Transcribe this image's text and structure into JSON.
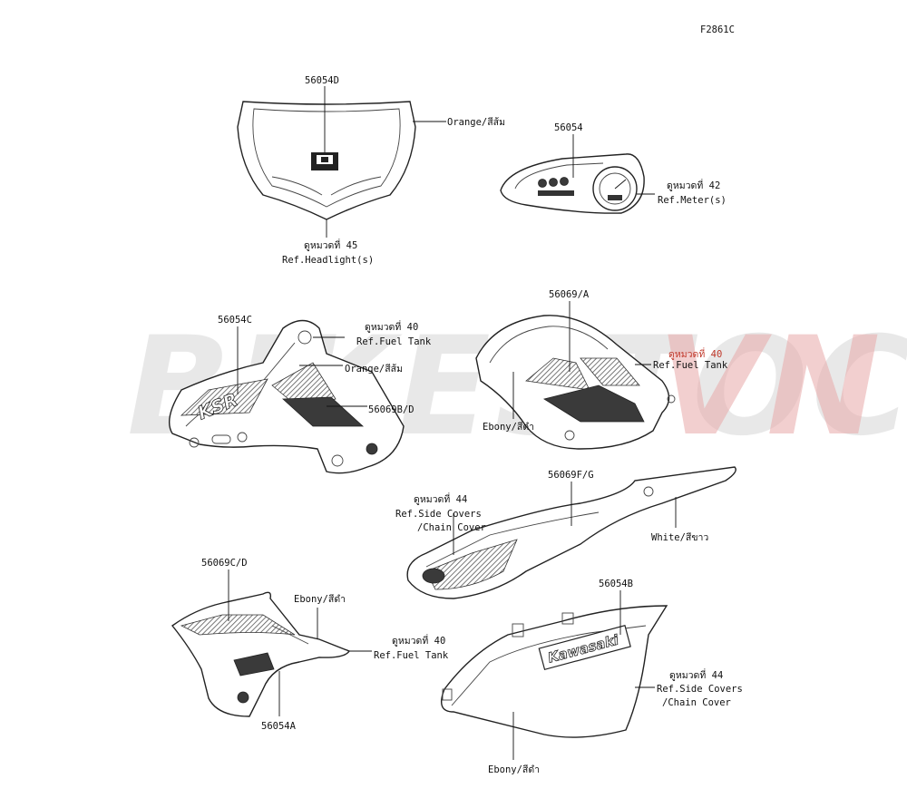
{
  "diagram_code": "F2861C",
  "watermark": {
    "main": "BIKESTOCK",
    "accent": "VN"
  },
  "parts": {
    "windshield": {
      "part_no": "56054D",
      "color_label": "Orange/สีส้ม",
      "ref_th": "ดูหมวดที่ 45",
      "ref_en": "Ref.Headlight(s)"
    },
    "meter": {
      "part_no": "56054",
      "ref_th": "ดูหมวดที่ 42",
      "ref_en": "Ref.Meter(s)"
    },
    "left_shroud": {
      "part_no": "56054C",
      "ref_th": "ดูหมวดที่ 40",
      "ref_en": "Ref.Fuel Tank",
      "color_label": "Orange/สีส้ม",
      "part_no_2": "56069B/D"
    },
    "tank_cover": {
      "part_no": "56069/A",
      "ref_th": "ดูหมวดที่ 40",
      "ref_en": "Ref.Fuel Tank",
      "color_label": "Ebony/สีดำ"
    },
    "side_cover": {
      "part_no": "56069F/G",
      "ref_th": "ดูหมวดที่ 44",
      "ref_en_1": "Ref.Side Covers",
      "ref_en_2": "/Chain Cover",
      "color_label": "White/สีขาว"
    },
    "front_shroud": {
      "part_no": "56069C/D",
      "color_label": "Ebony/สีดำ",
      "ref_th": "ดูหมวดที่ 40",
      "ref_en": "Ref.Fuel Tank",
      "part_no_2": "56054A"
    },
    "lower_cover": {
      "part_no": "56054B",
      "ref_th": "ดูหมวดที่ 44",
      "ref_en_1": "Ref.Side Covers",
      "ref_en_2": "/Chain Cover",
      "color_label": "Ebony/สีดำ",
      "emblem_text": "Kawasaki"
    },
    "shroud_emblem_text": "KSR"
  }
}
